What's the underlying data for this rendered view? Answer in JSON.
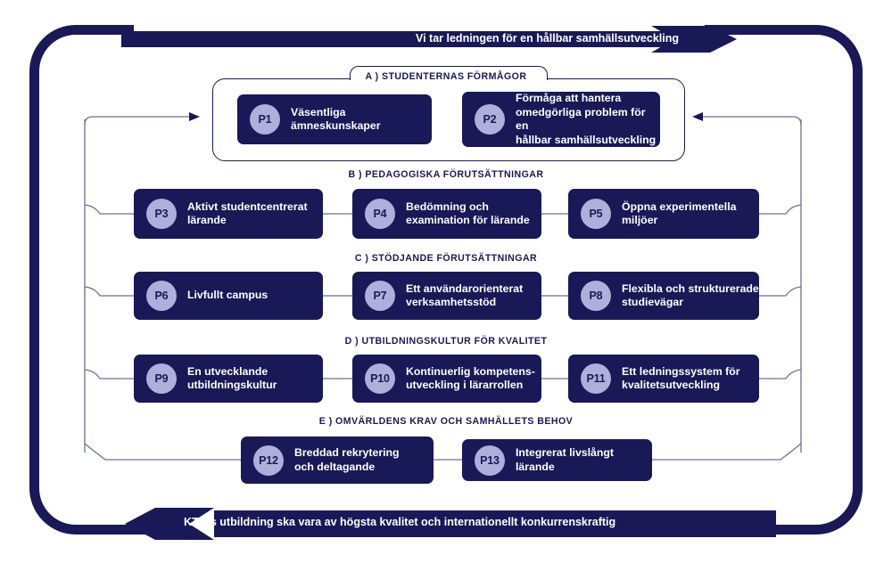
{
  "banner": {
    "top_label": "Vi tar ledningen för en hållbar samhällsutveckling",
    "bottom_label": "KTH:s utbildning ska vara av högsta kvalitet och internationellt konkurrenskraftig"
  },
  "colors": {
    "navy": "#191957",
    "badge": "#AFAFDB",
    "wire": "#6E6E9E",
    "background": "#FFFFFF"
  },
  "sections": [
    {
      "id": "A",
      "title": "A ) STUDENTERNAS FÖRMÅGOR"
    },
    {
      "id": "B",
      "title": "B ) PEDAGOGISKA FÖRUTSÄTTNINGAR"
    },
    {
      "id": "C",
      "title": "C ) STÖDJANDE FÖRUTSÄTTNINGAR"
    },
    {
      "id": "D",
      "title": "D ) UTBILDNINGSKULTUR FÖR KVALITET"
    },
    {
      "id": "E",
      "title": "E ) OMVÄRLDENS KRAV OCH SAMHÄLLETS BEHOV"
    }
  ],
  "boxes": [
    {
      "code": "P1",
      "label": "Väsentliga\nämneskunskaper"
    },
    {
      "code": "P2",
      "label": "Förmåga att hantera\nomedgörliga problem för en\nhållbar samhällsutveckling"
    },
    {
      "code": "P3",
      "label": "Aktivt studentcentrerat\nlärande"
    },
    {
      "code": "P4",
      "label": "Bedömning och\nexamination för lärande"
    },
    {
      "code": "P5",
      "label": "Öppna experimentella\nmiljöer"
    },
    {
      "code": "P6",
      "label": "Livfullt campus"
    },
    {
      "code": "P7",
      "label": "Ett användarorienterat\nverksamhetsstöd"
    },
    {
      "code": "P8",
      "label": "Flexibla och strukturerade\nstudievägar"
    },
    {
      "code": "P9",
      "label": "En utvecklande\nutbildningskultur"
    },
    {
      "code": "P10",
      "label": "Kontinuerlig kompetens-\nutveckling i lärarrollen"
    },
    {
      "code": "P11",
      "label": "Ett ledningssystem för\nkvalitetsutveckling"
    },
    {
      "code": "P12",
      "label": "Breddad rekrytering\noch deltagande"
    },
    {
      "code": "P13",
      "label": "Integrerat livslångt lärande"
    }
  ]
}
